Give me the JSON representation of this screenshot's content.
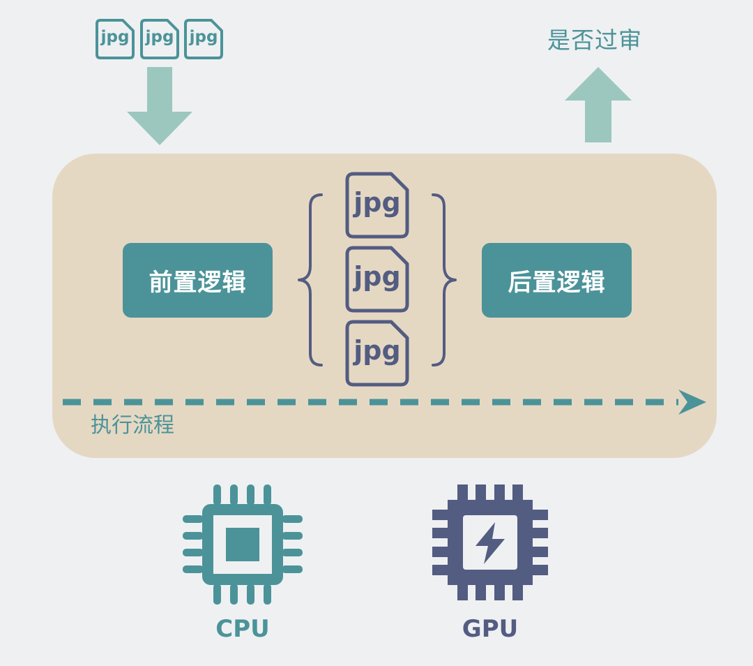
{
  "input": {
    "files": [
      {
        "label": "jpg"
      },
      {
        "label": "jpg"
      },
      {
        "label": "jpg"
      }
    ]
  },
  "output": {
    "label": "是否过审"
  },
  "pipeline": {
    "pre_logic": "前置逻辑",
    "post_logic": "后置逻辑",
    "batch": [
      {
        "label": "jpg"
      },
      {
        "label": "jpg"
      },
      {
        "label": "jpg"
      }
    ],
    "flow_label": "执行流程"
  },
  "hardware": {
    "cpu_label": "CPU",
    "gpu_label": "GPU"
  },
  "colors": {
    "teal": "#4b9399",
    "light_teal": "#9bc7bf",
    "slate": "#535c81",
    "panel": "#e5d8c3",
    "background": "#eff0f2"
  }
}
